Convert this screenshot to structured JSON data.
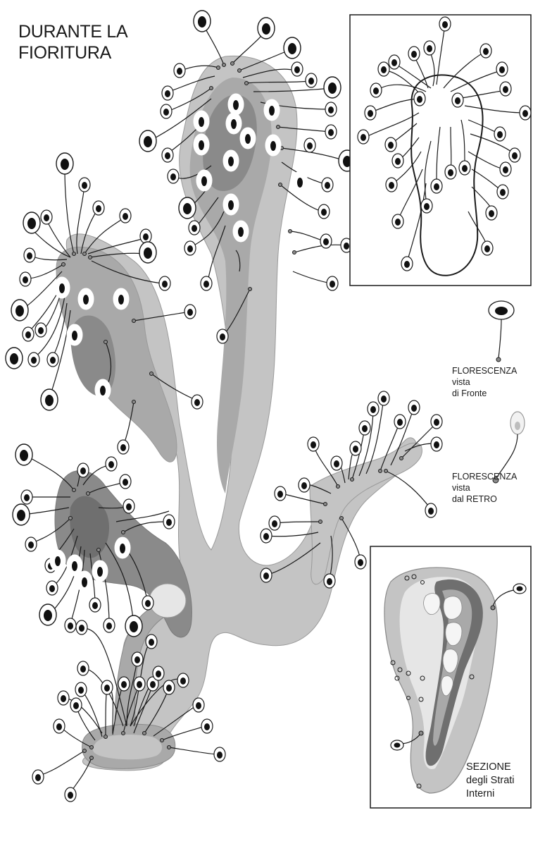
{
  "title": {
    "line1": "DURANTE LA",
    "line2": "FIORITURA"
  },
  "legend": {
    "front": {
      "line1": "FLORESCENZA",
      "line2": "vista",
      "line3": "di Fronte"
    },
    "back": {
      "line1": "FLORESCENZA",
      "line2": "vista",
      "line3": "dal RETRO"
    }
  },
  "section": {
    "line1": "SEZIONE",
    "line2": "degli Strati",
    "line3": "Interni"
  },
  "colors": {
    "body_light": "#c4c4c4",
    "body_mid": "#a9a9a9",
    "body_dark": "#8a8a8a",
    "body_darkest": "#6f6f6f",
    "pale": "#e6e6e6",
    "outline": "#1a1a1a"
  }
}
